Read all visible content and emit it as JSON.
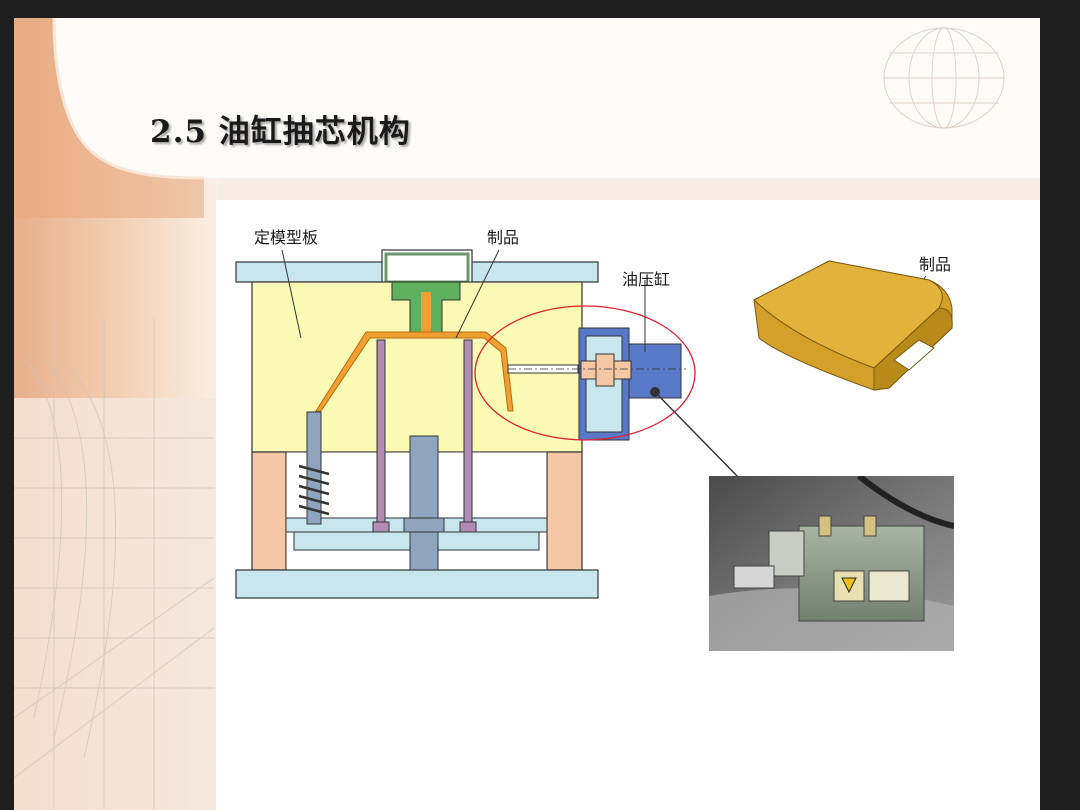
{
  "slide": {
    "title": "2.5  油缸抽芯机构"
  },
  "diagram": {
    "labels": {
      "fixed_plate": "定模型板",
      "product_top": "制品",
      "cylinder": "油压缸",
      "product_right": "制品"
    },
    "photo_alt": "hydraulic-cylinder-photo"
  },
  "colors": {
    "plate_yellow": "#fafab4",
    "plate_blue": "#c7e6ee",
    "pink_block": "#f5c7a5",
    "product_orange": "#f0a030",
    "pin_purple": "#b38cb5",
    "green_nozzle": "#5fb05f",
    "cylinder_blue": "#5a78c8",
    "highlight_circle": "#e02030",
    "product_3d": "#d4a02a"
  }
}
